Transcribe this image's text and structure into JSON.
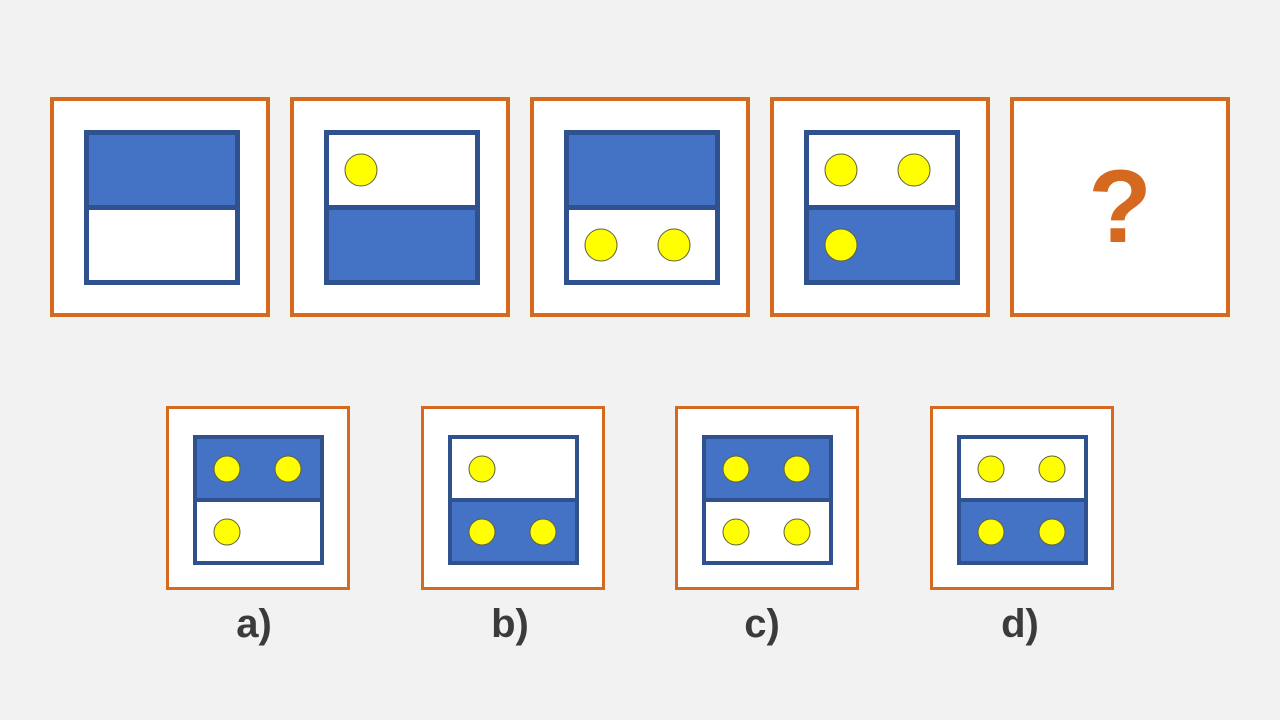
{
  "colors": {
    "background": "#f2f2f2",
    "card_border": "#d4691f",
    "panel_border": "#2f528f",
    "blue_fill": "#4472c4",
    "white_fill": "#ffffff",
    "dot_fill": "#ffff00",
    "label_text": "#3b3b3b"
  },
  "sequence": [
    {
      "top": {
        "fill": "blue",
        "dots": 0
      },
      "bottom": {
        "fill": "white",
        "dots": 0
      }
    },
    {
      "top": {
        "fill": "white",
        "dots": 1
      },
      "bottom": {
        "fill": "blue",
        "dots": 0
      }
    },
    {
      "top": {
        "fill": "blue",
        "dots": 0
      },
      "bottom": {
        "fill": "white",
        "dots": 2
      }
    },
    {
      "top": {
        "fill": "white",
        "dots": 2
      },
      "bottom": {
        "fill": "blue",
        "dots": 1
      }
    }
  ],
  "unknown": {
    "symbol": "?"
  },
  "options": [
    {
      "label": "a)",
      "top": {
        "fill": "blue",
        "dots": 2
      },
      "bottom": {
        "fill": "white",
        "dots": 1
      }
    },
    {
      "label": "b)",
      "top": {
        "fill": "white",
        "dots": 1
      },
      "bottom": {
        "fill": "blue",
        "dots": 2
      }
    },
    {
      "label": "c)",
      "top": {
        "fill": "blue",
        "dots": 2
      },
      "bottom": {
        "fill": "white",
        "dots": 2
      }
    },
    {
      "label": "d)",
      "top": {
        "fill": "white",
        "dots": 2
      },
      "bottom": {
        "fill": "blue",
        "dots": 2
      }
    }
  ]
}
